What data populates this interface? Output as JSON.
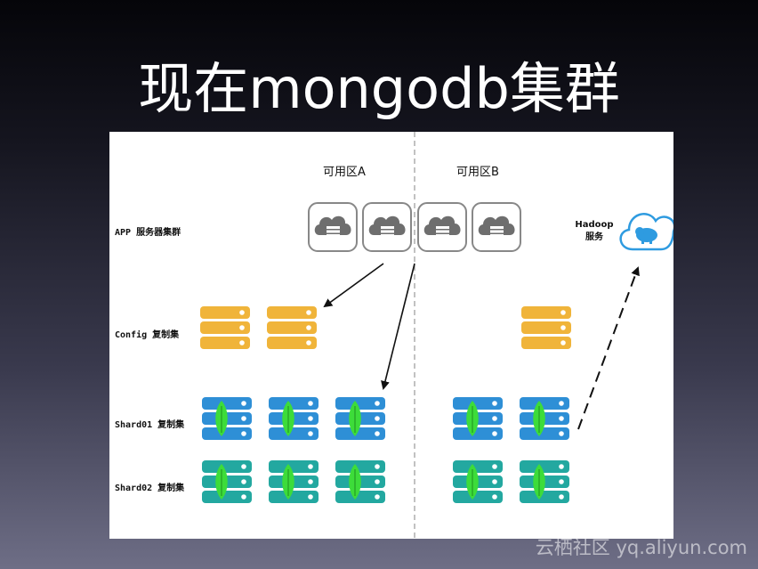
{
  "slide": {
    "title": "现在mongodb集群"
  },
  "zones": {
    "a": "可用区A",
    "b": "可用区B"
  },
  "rows": {
    "app": "APP 服务器集群",
    "config": "Config 复制集",
    "shard01": "Shard01 复制集",
    "shard02": "Shard02 复制集"
  },
  "hadoop": {
    "line1": "Hadoop",
    "line2": "服务"
  },
  "colors": {
    "config": "#f0b43a",
    "shard01": "#2e8fd6",
    "shard02": "#23a8a0",
    "leaf": "#3ddc3a",
    "app_server": "#777777",
    "hadoop": "#2e9be0"
  },
  "icons": {
    "app_server": "cloud-server-icon",
    "hadoop": "hadoop-cloud-icon",
    "mongodb": "mongodb-leaf-icon"
  },
  "watermark": "云栖社区 yq.aliyun.com"
}
